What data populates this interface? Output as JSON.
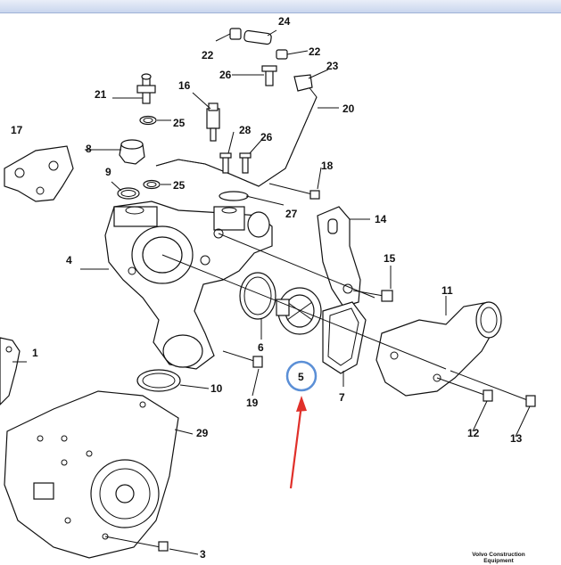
{
  "callouts": {
    "c1": "1",
    "c3": "3",
    "c4": "4",
    "c5": "5",
    "c6": "6",
    "c7": "7",
    "c8": "8",
    "c9": "9",
    "c10": "10",
    "c11": "11",
    "c12": "12",
    "c13": "13",
    "c14": "14",
    "c15": "15",
    "c16": "16",
    "c17": "17",
    "c18": "18",
    "c19": "19",
    "c20": "20",
    "c21": "21",
    "c22a": "22",
    "c22b": "22",
    "c23": "23",
    "c24": "24",
    "c25a": "25",
    "c25b": "25",
    "c26a": "26",
    "c26b": "26",
    "c27": "27",
    "c28": "28",
    "c29": "29"
  },
  "footer": {
    "line1": "Volvo Construction",
    "line2": "Equipment"
  },
  "highlight": {
    "circle_color": "#5b8fd6",
    "arrow_color": "#e0302a"
  }
}
